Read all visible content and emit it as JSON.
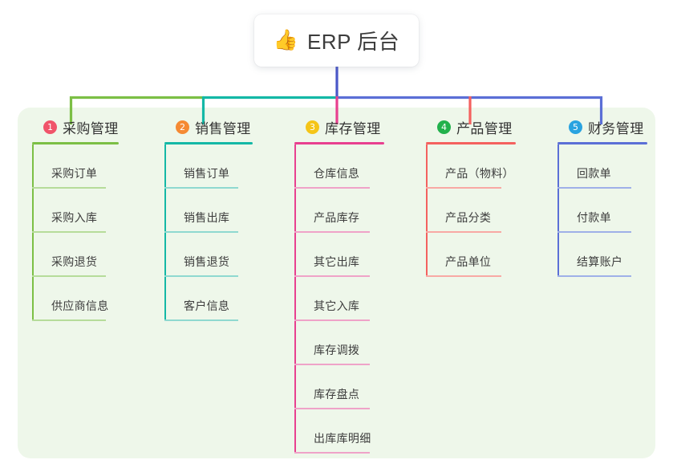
{
  "root": {
    "icon": "thumbs-up-icon",
    "icon_glyph": "👍",
    "title": "ERP 后台"
  },
  "palette": {
    "panel_bg": "#eef7ea",
    "page_bg": "#ffffff",
    "title_text": "#3c3c3c",
    "trunk": "#4a57c8"
  },
  "columns": [
    {
      "number": "1",
      "title": "采购管理",
      "badge_color": "#f0546a",
      "line_color": "#7cbf45",
      "leaf_line_color": "#b6dc9a",
      "items": [
        {
          "label": "采购订单"
        },
        {
          "label": "采购入库"
        },
        {
          "label": "采购退货"
        },
        {
          "label": "供应商信息"
        }
      ]
    },
    {
      "number": "2",
      "title": "销售管理",
      "badge_color": "#f58a33",
      "line_color": "#14b8a6",
      "leaf_line_color": "#8fd9d0",
      "items": [
        {
          "label": "销售订单"
        },
        {
          "label": "销售出库"
        },
        {
          "label": "销售退货"
        },
        {
          "label": "客户信息"
        }
      ]
    },
    {
      "number": "3",
      "title": "库存管理",
      "badge_color": "#f5c518",
      "line_color": "#e8408f",
      "leaf_line_color": "#efa3c8",
      "items": [
        {
          "label": "仓库信息"
        },
        {
          "label": "产品库存"
        },
        {
          "label": "其它出库"
        },
        {
          "label": "其它入库"
        },
        {
          "label": "库存调拨"
        },
        {
          "label": "库存盘点"
        },
        {
          "label": "出库库明细"
        }
      ]
    },
    {
      "number": "4",
      "title": "产品管理",
      "badge_color": "#22b14c",
      "line_color": "#f4615f",
      "leaf_line_color": "#f8a9a4",
      "items": [
        {
          "label": "产品（物料）"
        },
        {
          "label": "产品分类"
        },
        {
          "label": "产品单位"
        }
      ]
    },
    {
      "number": "5",
      "title": "财务管理",
      "badge_color": "#29a3e0",
      "line_color": "#5b6fd6",
      "leaf_line_color": "#9fb0e8",
      "items": [
        {
          "label": "回款单"
        },
        {
          "label": "付款单"
        },
        {
          "label": "结算账户"
        }
      ]
    }
  ]
}
